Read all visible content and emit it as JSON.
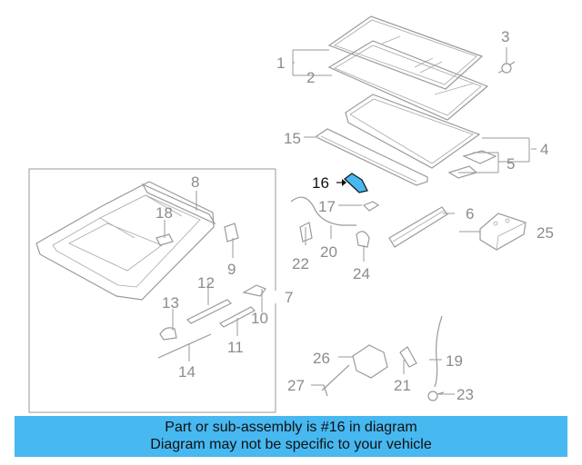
{
  "diagram": {
    "callouts": [
      "1",
      "2",
      "3",
      "4",
      "5",
      "6",
      "7",
      "8",
      "9",
      "10",
      "11",
      "12",
      "13",
      "14",
      "15",
      "16",
      "17",
      "18",
      "19",
      "20",
      "21",
      "22",
      "23",
      "24",
      "25",
      "26",
      "27"
    ],
    "highlighted_part": "16",
    "highlight_color": "#47b8f0"
  },
  "banner": {
    "line1": "Part or sub-assembly is #16 in diagram",
    "line2": "Diagram may not be specific to your vehicle",
    "background": "#47b8f0"
  }
}
